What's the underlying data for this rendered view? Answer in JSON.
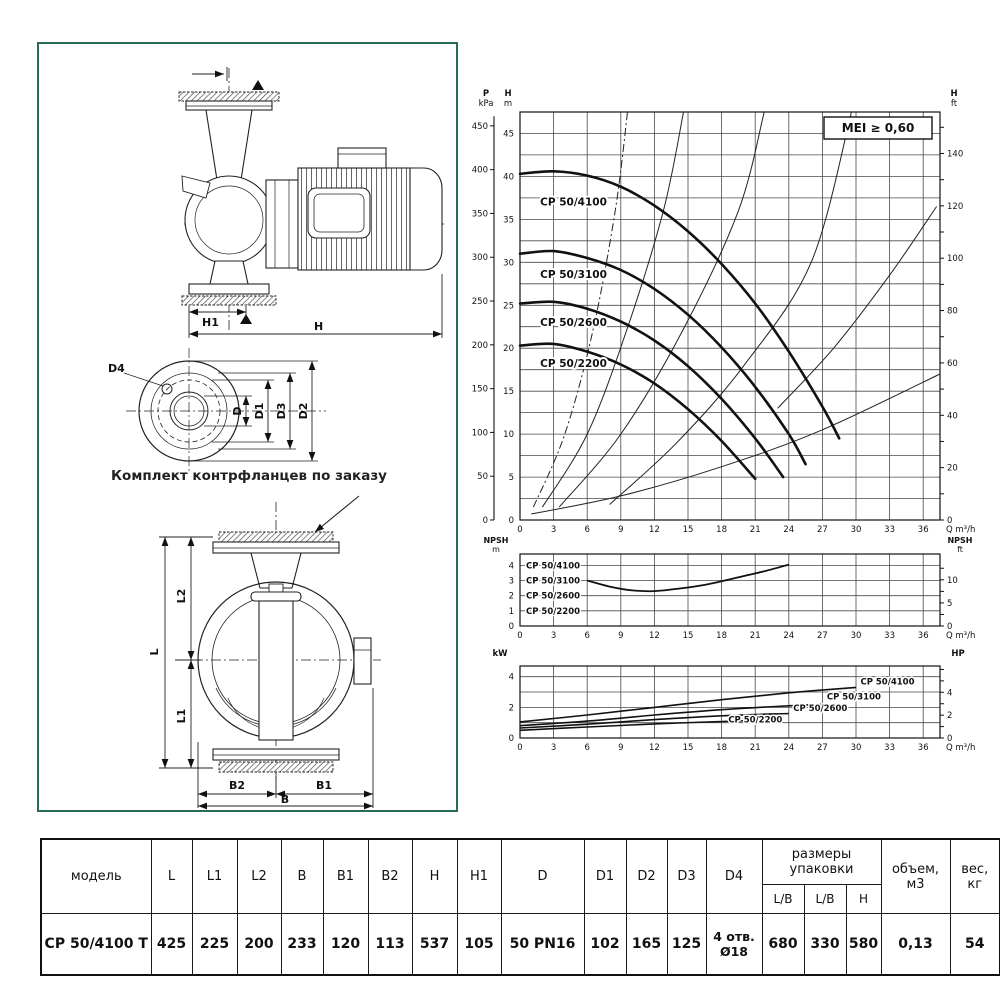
{
  "drawing": {
    "note": "Комплект контрфланцев по заказу",
    "dims": {
      "h1": "H1",
      "h": "H",
      "d4": "D4",
      "d": "D",
      "d1": "D1",
      "d3": "D3",
      "d2": "D2",
      "l2": "L2",
      "l": "L",
      "l1": "L1",
      "b2": "B2",
      "b1": "B1",
      "b": "B"
    }
  },
  "charts": {
    "main": {
      "p_axis": [
        "P",
        "kPa"
      ],
      "h_axis": [
        "H",
        "m"
      ],
      "right_axis": [
        "H",
        "ft"
      ],
      "flow_label": "Q m³/h"
    },
    "npsh": {
      "left": [
        "NPSH",
        "m"
      ],
      "right": [
        "NPSH",
        "ft"
      ],
      "flow_label": "Q m³/h"
    },
    "power": {
      "left": "kW",
      "right": "HP",
      "flow_label": "Q m³/h"
    }
  },
  "chart_data": [
    {
      "id": "head",
      "type": "line",
      "title": "H-Q performance curves",
      "xlabel": "Q m³/h",
      "x_ticks": [
        0,
        3,
        6,
        9,
        12,
        15,
        18,
        21,
        24,
        27,
        30,
        33,
        36
      ],
      "xlim": [
        0,
        37.5
      ],
      "ylabel_left": "H m",
      "y_ticks_m": [
        0,
        5,
        10,
        15,
        20,
        25,
        30,
        35,
        40,
        45
      ],
      "ylim_m": [
        0,
        47.5
      ],
      "grid_step_m": 2.5,
      "p_axis_label": "P kPa",
      "p_ticks_kpa": [
        0,
        50,
        100,
        150,
        200,
        250,
        300,
        350,
        400,
        450
      ],
      "ylabel_right": "H ft",
      "ft_labels": [
        0,
        20,
        40,
        60,
        80,
        100,
        120,
        140
      ],
      "mei_label": "MEI ≥ 0,60",
      "series": [
        {
          "name": "CP 50/4100",
          "label_at": [
            1.8,
            36.6
          ],
          "points": [
            [
              0,
              40.3
            ],
            [
              3,
              40.6
            ],
            [
              6,
              40.1
            ],
            [
              9,
              38.8
            ],
            [
              12,
              36.6
            ],
            [
              15,
              33.6
            ],
            [
              18,
              29.8
            ],
            [
              21,
              25.2
            ],
            [
              24,
              19.6
            ],
            [
              27,
              13.2
            ],
            [
              28.5,
              9.5
            ]
          ]
        },
        {
          "name": "CP 50/3100",
          "label_at": [
            1.8,
            28.2
          ],
          "points": [
            [
              0,
              31.0
            ],
            [
              3,
              31.3
            ],
            [
              6,
              30.5
            ],
            [
              9,
              29.1
            ],
            [
              12,
              26.9
            ],
            [
              15,
              23.9
            ],
            [
              18,
              20.1
            ],
            [
              21,
              15.5
            ],
            [
              24,
              10.0
            ],
            [
              25.5,
              6.5
            ]
          ]
        },
        {
          "name": "CP 50/2600",
          "label_at": [
            1.8,
            22.6
          ],
          "points": [
            [
              0,
              25.2
            ],
            [
              3,
              25.4
            ],
            [
              6,
              24.6
            ],
            [
              9,
              23.1
            ],
            [
              12,
              20.9
            ],
            [
              15,
              17.9
            ],
            [
              18,
              14.1
            ],
            [
              21,
              9.5
            ],
            [
              23.5,
              5.0
            ]
          ]
        },
        {
          "name": "CP 50/2200",
          "label_at": [
            1.8,
            17.8
          ],
          "points": [
            [
              0,
              20.3
            ],
            [
              3,
              20.5
            ],
            [
              6,
              19.6
            ],
            [
              9,
              18.1
            ],
            [
              12,
              15.9
            ],
            [
              15,
              12.9
            ],
            [
              18,
              9.2
            ],
            [
              21,
              4.8
            ]
          ]
        }
      ],
      "aux_curves": [
        {
          "style": "dashdot",
          "points": [
            [
              1.2,
              1.5
            ],
            [
              4,
              10
            ],
            [
              6.5,
              22
            ],
            [
              8.5,
              36
            ],
            [
              9.6,
              47.5
            ]
          ]
        },
        {
          "style": "solid",
          "points": [
            [
              2,
              1.5
            ],
            [
              6,
              10
            ],
            [
              9.5,
              22
            ],
            [
              12.8,
              36
            ],
            [
              14.6,
              47.5
            ]
          ]
        },
        {
          "style": "solid",
          "points": [
            [
              3.5,
              1.5
            ],
            [
              9,
              10
            ],
            [
              14.5,
              22
            ],
            [
              19.5,
              36
            ],
            [
              21.8,
              47.5
            ]
          ]
        },
        {
          "style": "solid",
          "points": [
            [
              8,
              1.8
            ],
            [
              14,
              9
            ],
            [
              20,
              18
            ],
            [
              26,
              30
            ],
            [
              29.6,
              47.5
            ]
          ]
        },
        {
          "style": "solid",
          "points": [
            [
              1,
              0.7
            ],
            [
              9,
              2.8
            ],
            [
              18,
              6.2
            ],
            [
              27,
              10.5
            ],
            [
              37.5,
              17
            ]
          ]
        },
        {
          "style": "solid",
          "points": [
            [
              23,
              13
            ],
            [
              28,
              20
            ],
            [
              33,
              28.5
            ],
            [
              37.2,
              36.5
            ]
          ]
        }
      ]
    },
    {
      "id": "npsh",
      "type": "line",
      "title": "NPSH curve",
      "xlabel": "Q m³/h",
      "x_ticks": [
        0,
        3,
        6,
        9,
        12,
        15,
        18,
        21,
        24,
        27,
        30,
        33,
        36
      ],
      "xlim": [
        0,
        37.5
      ],
      "ylabel_left": "NPSH m",
      "y_ticks_m": [
        0,
        1,
        2,
        3,
        4
      ],
      "ylim_m": [
        0,
        4.75
      ],
      "ylabel_right": "NPSH ft",
      "ft_labels": [
        0,
        5,
        10
      ],
      "row_labels": [
        {
          "text": "CP 50/4100",
          "y": 4
        },
        {
          "text": "CP 50/3100",
          "y": 3
        },
        {
          "text": "CP 50/2600",
          "y": 2
        },
        {
          "text": "CP 50/2200",
          "y": 1
        }
      ],
      "series": [
        {
          "name": "NPSH",
          "points": [
            [
              6,
              3.0
            ],
            [
              8,
              2.6
            ],
            [
              10,
              2.35
            ],
            [
              12,
              2.3
            ],
            [
              14,
              2.45
            ],
            [
              16,
              2.65
            ],
            [
              18,
              2.95
            ],
            [
              20,
              3.3
            ],
            [
              22,
              3.65
            ],
            [
              24,
              4.05
            ]
          ]
        }
      ]
    },
    {
      "id": "power",
      "type": "line",
      "title": "Power curves",
      "xlabel": "Q m³/h",
      "x_ticks": [
        0,
        3,
        6,
        9,
        12,
        15,
        18,
        21,
        24,
        27,
        30,
        33,
        36
      ],
      "xlim": [
        0,
        37.5
      ],
      "ylabel_left": "kW",
      "y_ticks_kw": [
        0,
        2,
        4
      ],
      "ylim_kw": [
        0,
        4.7
      ],
      "ylabel_right": "HP",
      "hp_labels": [
        0,
        2,
        4
      ],
      "series": [
        {
          "name": "CP 50/4100",
          "label_at": [
            30.4,
            3.5
          ],
          "points": [
            [
              0,
              1.05
            ],
            [
              6,
              1.5
            ],
            [
              12,
              2.0
            ],
            [
              18,
              2.5
            ],
            [
              24,
              2.95
            ],
            [
              30,
              3.3
            ]
          ]
        },
        {
          "name": "CP 50/3100",
          "label_at": [
            27.4,
            2.5
          ],
          "points": [
            [
              0,
              0.8
            ],
            [
              6,
              1.1
            ],
            [
              12,
              1.5
            ],
            [
              18,
              1.85
            ],
            [
              24,
              2.1
            ],
            [
              27,
              2.2
            ]
          ]
        },
        {
          "name": "CP 50/2600",
          "label_at": [
            24.4,
            1.75
          ],
          "points": [
            [
              0,
              0.65
            ],
            [
              6,
              0.9
            ],
            [
              12,
              1.2
            ],
            [
              18,
              1.45
            ],
            [
              24,
              1.6
            ]
          ]
        },
        {
          "name": "CP 50/2200",
          "label_at": [
            18.6,
            1.02
          ],
          "points": [
            [
              0,
              0.5
            ],
            [
              6,
              0.72
            ],
            [
              12,
              0.92
            ],
            [
              18,
              1.08
            ],
            [
              21,
              1.15
            ]
          ]
        }
      ]
    }
  ],
  "table": {
    "headers": [
      "модель",
      "L",
      "L1",
      "L2",
      "B",
      "B1",
      "B2",
      "H",
      "H1",
      "D",
      "D1",
      "D2",
      "D3",
      "D4"
    ],
    "pack_header": "размеры\nупаковки",
    "pack_sub": [
      "L/B",
      "L/B",
      "H"
    ],
    "vol_header": "объем,\nм3",
    "weight_header": "вес,\nкг",
    "row": [
      "CP 50/4100 T",
      "425",
      "225",
      "200",
      "233",
      "120",
      "113",
      "537",
      "105",
      "50 PN16",
      "102",
      "165",
      "125",
      "4 отв.\nØ18",
      "680",
      "330",
      "580",
      "0,13",
      "54"
    ]
  }
}
